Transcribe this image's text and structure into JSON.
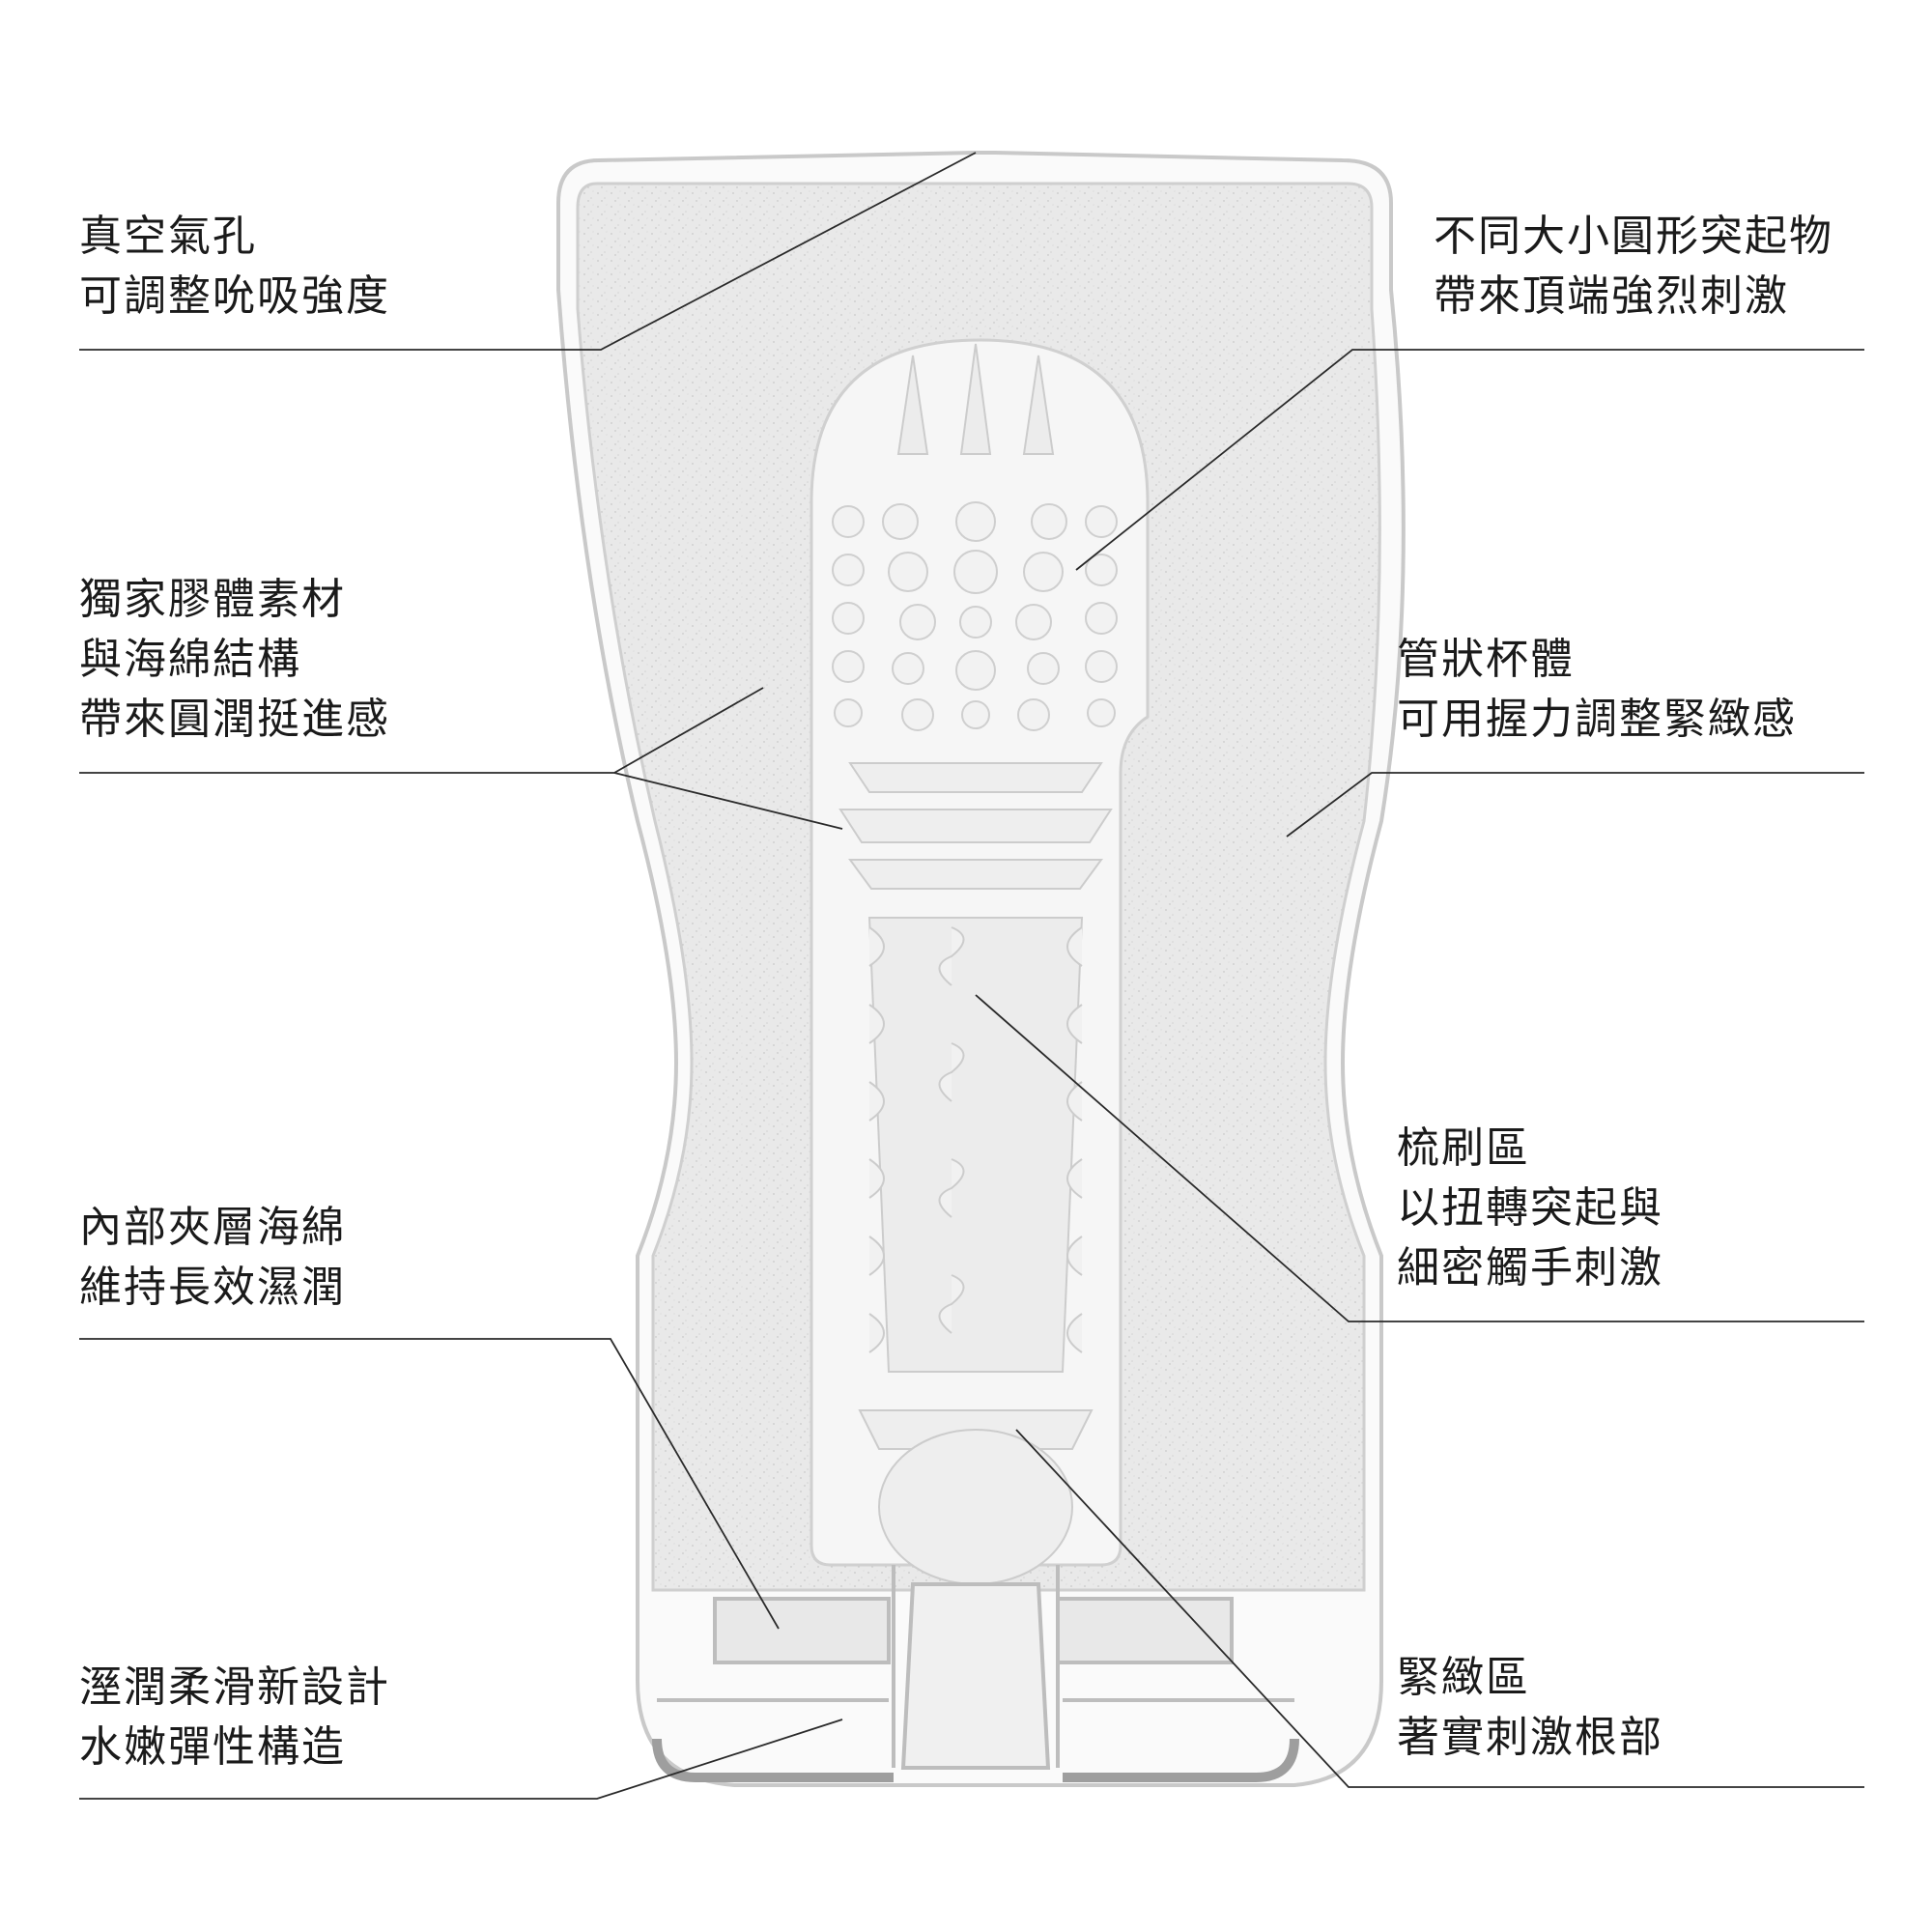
{
  "colors": {
    "background": "#ffffff",
    "outline": "#c9c9c9",
    "sponge_fill": "#e6e6e6",
    "sleeve_fill": "#f5f5f5",
    "leader_line": "#2a2a2a",
    "text": "#1a1a1a"
  },
  "callouts": {
    "vacuum_hole": {
      "lines": [
        "真空氣孔",
        "可調整吮吸強度"
      ]
    },
    "round_bumps": {
      "lines": [
        "不同大小圓形突起物",
        "帶來頂端強烈刺激"
      ]
    },
    "gel_sponge": {
      "lines": [
        "獨家膠體素材",
        "與海綿結構",
        "帶來圓潤挺進感"
      ]
    },
    "tube_cup": {
      "lines": [
        "管狀杯體",
        "可用握力調整緊緻感"
      ]
    },
    "brush_zone": {
      "lines": [
        "梳刷區",
        "以扭轉突起與",
        "細密觸手刺激"
      ]
    },
    "inner_sponge": {
      "lines": [
        "內部夾層海綿",
        "維持長效濕潤"
      ]
    },
    "soft_design": {
      "lines": [
        "溼潤柔滑新設計",
        "水嫩彈性構造"
      ]
    },
    "tight_zone": {
      "lines": [
        "緊緻區",
        "著實刺激根部"
      ]
    }
  }
}
